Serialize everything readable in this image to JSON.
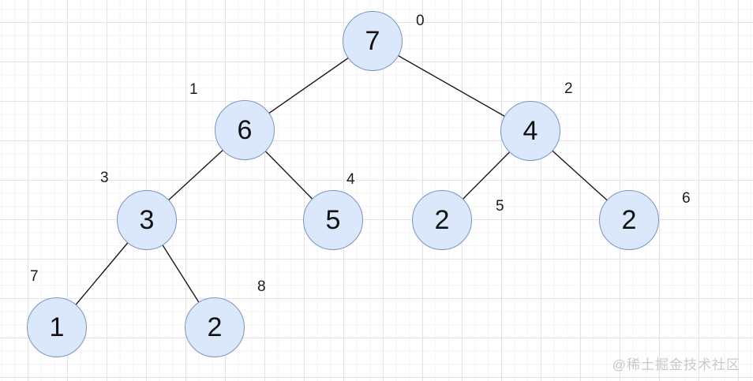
{
  "diagram": {
    "type": "binary-tree",
    "description": "Binary tree (heap) drawn on grid paper; each circle shows a node value, the small number beside it is the array index",
    "nodes": [
      {
        "value": "7",
        "index_label": "0"
      },
      {
        "value": "6",
        "index_label": "1"
      },
      {
        "value": "4",
        "index_label": "2"
      },
      {
        "value": "3",
        "index_label": "3"
      },
      {
        "value": "5",
        "index_label": "4"
      },
      {
        "value": "2",
        "index_label": "5"
      },
      {
        "value": "2",
        "index_label": "6"
      },
      {
        "value": "1",
        "index_label": "7"
      },
      {
        "value": "2",
        "index_label": "8"
      }
    ],
    "edges": [
      [
        0,
        1
      ],
      [
        0,
        2
      ],
      [
        1,
        3
      ],
      [
        1,
        4
      ],
      [
        2,
        5
      ],
      [
        2,
        6
      ],
      [
        3,
        7
      ],
      [
        3,
        8
      ]
    ],
    "array_representation": [
      7,
      6,
      4,
      3,
      5,
      2,
      2,
      1,
      2
    ]
  },
  "colors": {
    "node_fill": "#dbe8fb",
    "node_stroke": "#7b93c2",
    "edge": "#1a1a1a",
    "grid_major": "#e4e4e4",
    "grid_minor": "#f4f4f4",
    "watermark": "#c9c9c9"
  },
  "watermark": {
    "text": "@稀土掘金技术社区"
  }
}
